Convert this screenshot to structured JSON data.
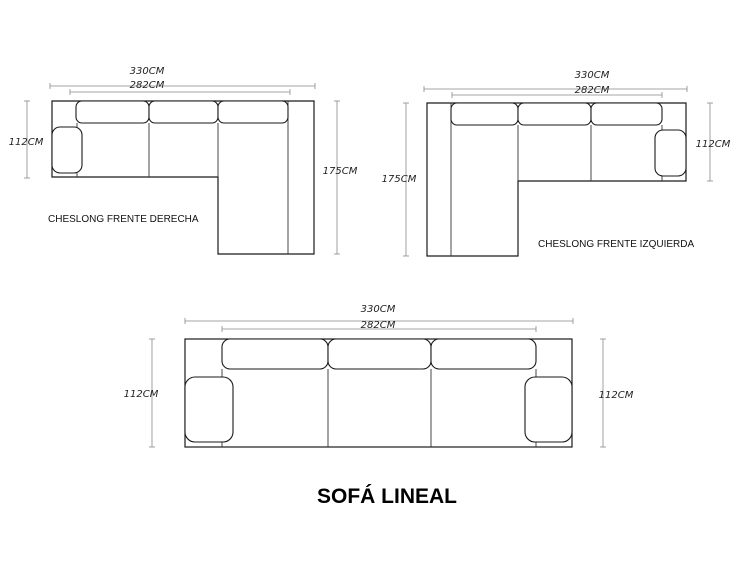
{
  "diagram": {
    "title": "SOFÁ LINEAL",
    "right_chaise": {
      "caption": "CHESLONG FRENTE DERECHA",
      "outer_width": "330CM",
      "inner_width": "282CM",
      "depth": "112CM",
      "chaise_length": "175CM"
    },
    "left_chaise": {
      "caption": "CHESLONG FRENTE IZQUIERDA",
      "outer_width": "330CM",
      "inner_width": "282CM",
      "depth": "112CM",
      "chaise_length": "175CM"
    },
    "linear": {
      "outer_width": "330CM",
      "inner_width": "282CM",
      "depth_left": "112CM",
      "depth_right": "112CM"
    }
  }
}
